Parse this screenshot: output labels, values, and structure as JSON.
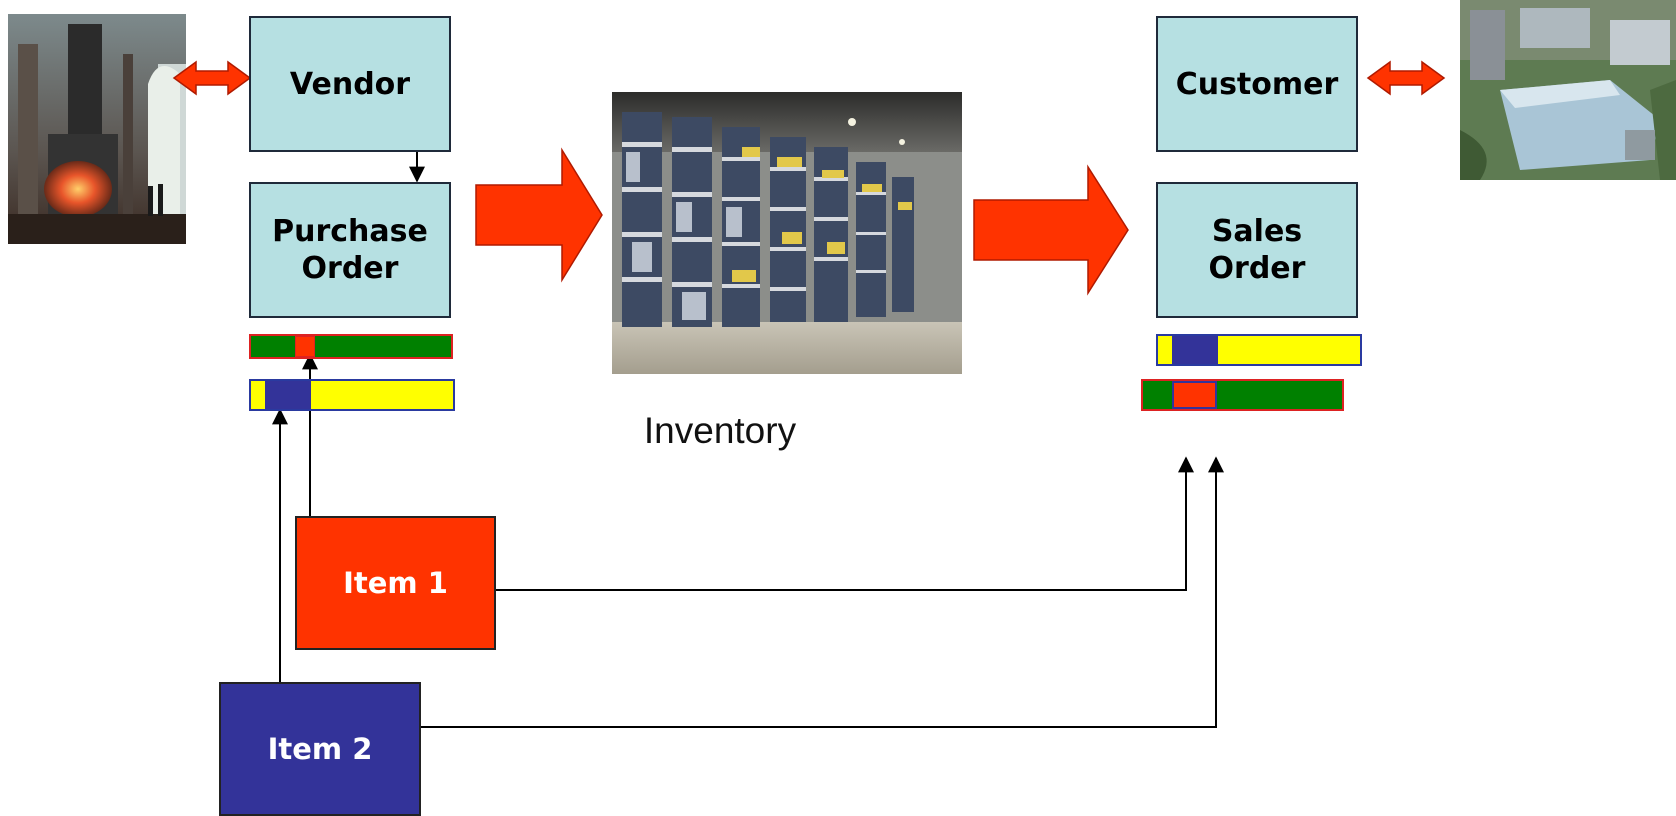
{
  "boxes": {
    "vendor": "Vendor",
    "purchase_order": "Purchase\nOrder",
    "customer": "Customer",
    "sales_order": "Sales\nOrder"
  },
  "items": {
    "item1": "Item 1",
    "item2": "Item 2"
  },
  "labels": {
    "inventory": "Inventory"
  },
  "colors": {
    "box_fill": "#b6e0e2",
    "item1": "#ff3300",
    "item2": "#333399",
    "arrow": "#ff3300",
    "bar_green": "#008000",
    "bar_yellow": "#ffff00",
    "bar_blue": "#333399"
  },
  "images": {
    "left": "forge-image",
    "center": "warehouse-shelving-image",
    "right": "factory-aerial-image"
  }
}
